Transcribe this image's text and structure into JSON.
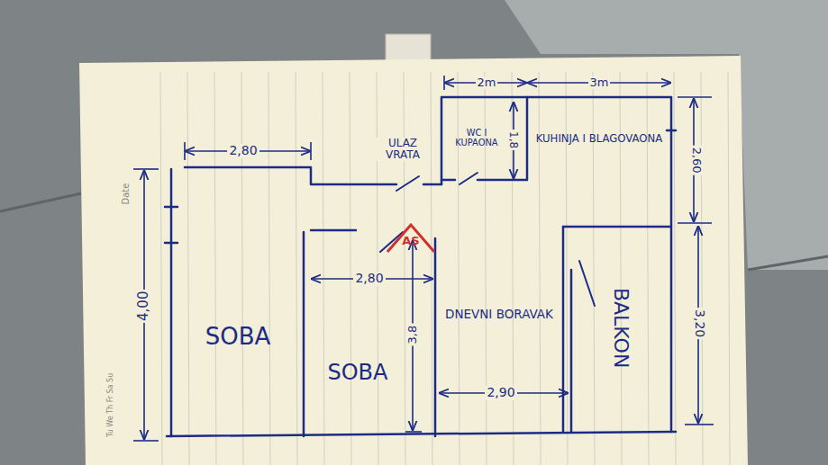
{
  "diagram": {
    "nodes": [
      {
        "text": [
          "WC I KUPAONA"
        ]
      },
      {
        "text": [
          "KUHINJA I BLAGOVAONA"
        ]
      },
      {
        "text": [
          "SOBA"
        ]
      },
      {
        "text": [
          "SOBA"
        ]
      },
      {
        "text": [
          "DNEVNI BORAVAK"
        ]
      },
      {
        "text": [
          "BALKON"
        ]
      }
    ],
    "labels": [
      "2m",
      "3m",
      "2,80",
      "ULAZ VRATA",
      "1,8",
      "2,60",
      "4,00",
      "2,80",
      "3,8",
      "3,20",
      "2,90",
      "Date",
      "Tu We Th Fr Sa Su",
      "AS"
    ]
  }
}
